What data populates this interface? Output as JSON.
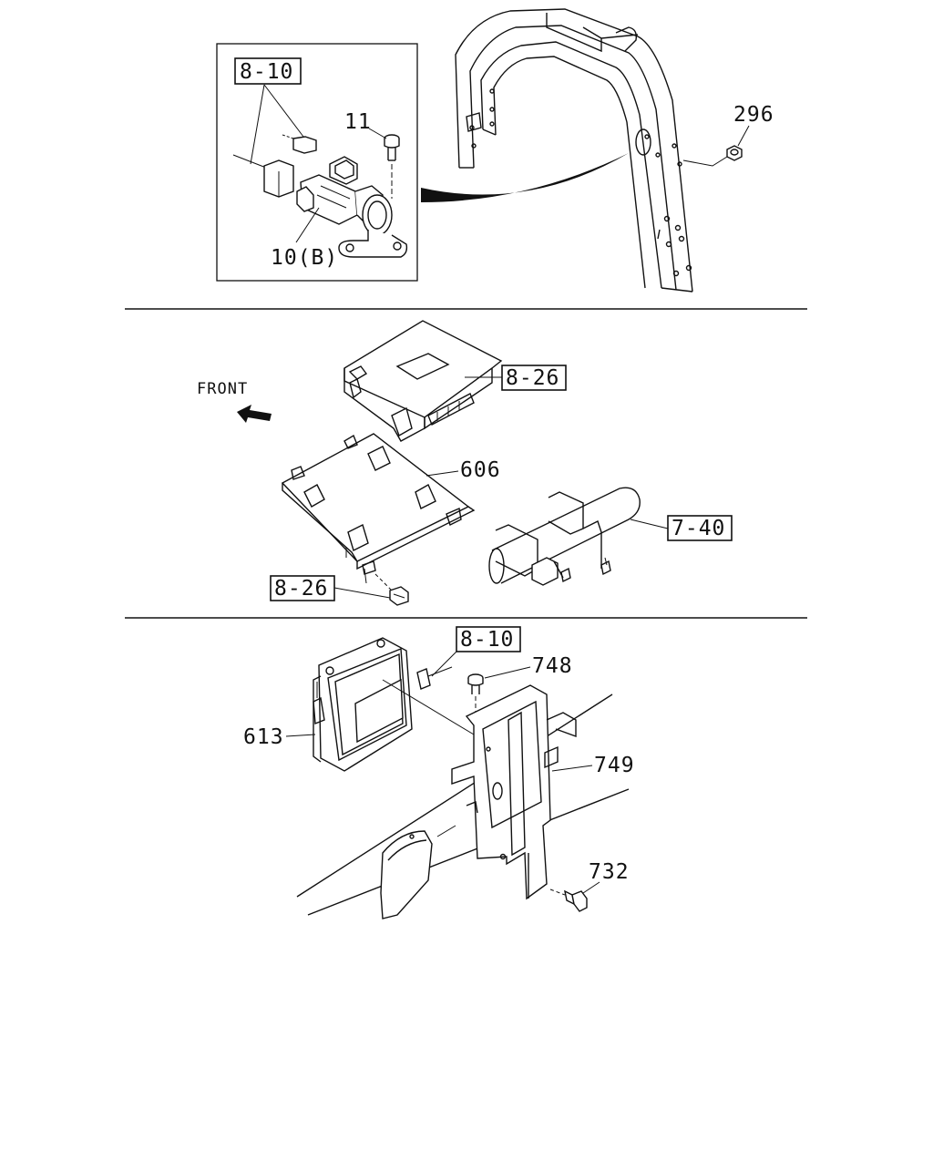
{
  "sections": {
    "top": {
      "callouts": {
        "ref_8_10": "8-10",
        "part_11": "11",
        "part_10b": "10(B)",
        "part_296": "296"
      }
    },
    "middle": {
      "front_label": "FRONT",
      "callouts": {
        "ref_8_26_top": "8-26",
        "part_606": "606",
        "ref_7_40": "7-40",
        "ref_8_26_bottom": "8-26"
      }
    },
    "bottom": {
      "callouts": {
        "ref_8_10": "8-10",
        "part_748": "748",
        "part_613": "613",
        "part_749": "749",
        "part_732": "732"
      }
    }
  }
}
